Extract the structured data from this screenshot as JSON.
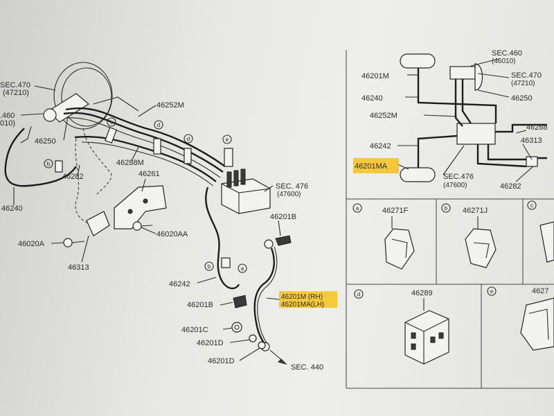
{
  "overview": {
    "sec470": "SEC.470",
    "sec470_sub": "(47210)",
    "sec460": ".460",
    "sec460_sub": "010)",
    "labels": {
      "p46250": "46250",
      "p46252M": "46252M",
      "p46288M": "46288M",
      "p46282": "46282",
      "p46261": "46261",
      "p46240": "46240",
      "p46020A": "46020A",
      "p46020AA": "46020AA",
      "p46313": "46313",
      "p46242": "46242",
      "p46201B_top": "46201B",
      "p46201B_left": "46201B",
      "p46201M_RH": "46201M (RH)",
      "p46201MA_LH": "46201MA(LH)",
      "p46201C": "46201C",
      "p46201D_a": "46201D",
      "p46201D_b": "46201D",
      "sec440": "SEC. 440",
      "sec476": "SEC. 476",
      "sec476_sub": "(47600)"
    },
    "refs": {
      "a": "a",
      "b": "b",
      "c": "c",
      "d": "d",
      "e": "e"
    }
  },
  "schematic": {
    "labels": {
      "sec460": "SEC.460",
      "sec460_sub": "(46010)",
      "sec470": "SEC.470",
      "sec470_sub": "(47210)",
      "p46201M": "46201M",
      "p46240": "46240",
      "p46250": "46250",
      "p46252M": "46252M",
      "p46288": "46288",
      "p46242": "46242",
      "p46313": "46313",
      "p46201MA": "46201MA",
      "sec476": "SEC.476",
      "sec476_sub": "(47600)",
      "p46282": "46282"
    }
  },
  "detail_panels": [
    {
      "ref": "a",
      "part": "46271F"
    },
    {
      "ref": "b",
      "part": "46271J"
    },
    {
      "ref": "c",
      "part": ""
    },
    {
      "ref": "d",
      "part": "46289"
    },
    {
      "ref": "e",
      "part": "4627"
    }
  ],
  "colors": {
    "highlight": "#f4c21b",
    "ink": "#1c1c1c",
    "paper": "#ececea"
  }
}
